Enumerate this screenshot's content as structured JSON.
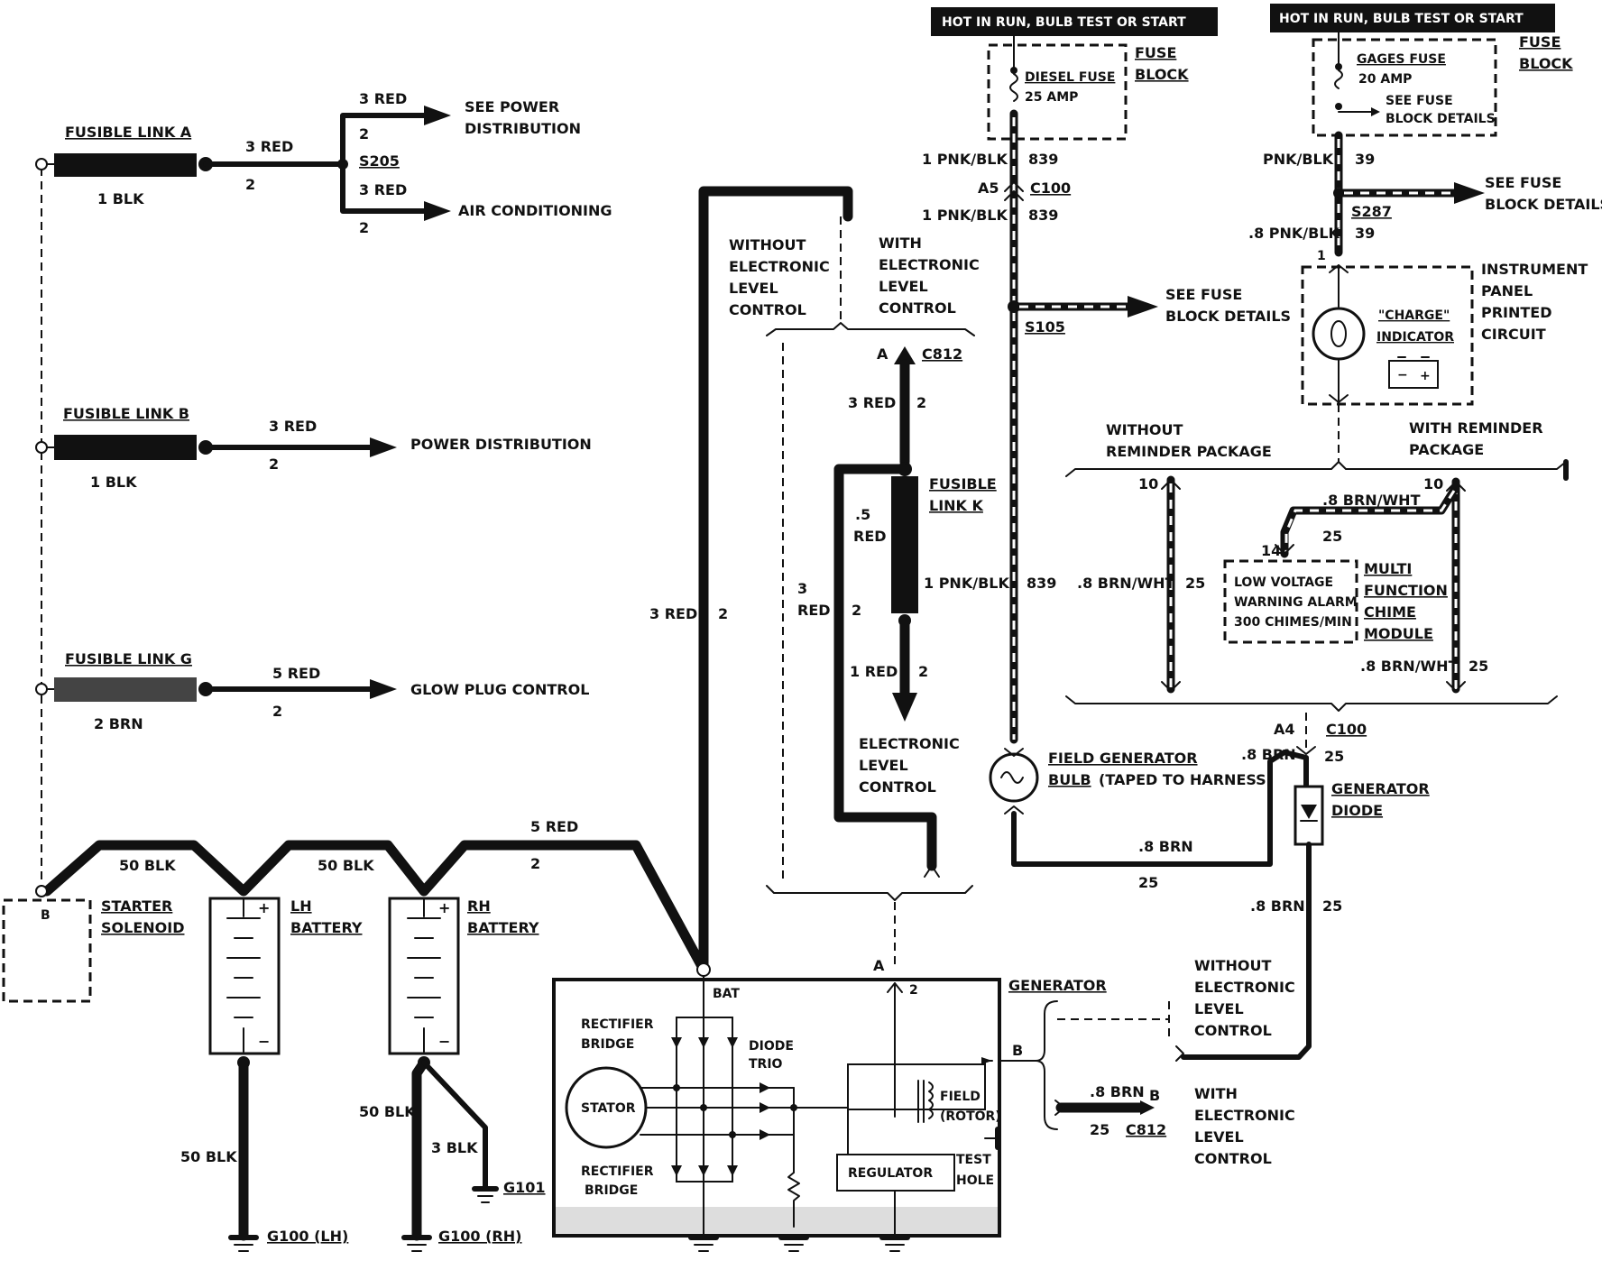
{
  "hot_left": "HOT IN RUN, BULB TEST OR START",
  "hot_right": "HOT IN RUN, BULB TEST OR START",
  "fusible_links": [
    {
      "name": "FUSIBLE LINK A",
      "wire": "1 BLK"
    },
    {
      "name": "FUSIBLE LINK B",
      "wire": "1 BLK"
    },
    {
      "name": "FUSIBLE LINK G",
      "wire": "2 BRN"
    }
  ],
  "link_a": {
    "wire": "3 RED",
    "circuit": "2",
    "splice": "S205",
    "branch1_wire": "3 RED",
    "branch1_circuit": "2",
    "branch1_dest_l1": "SEE POWER",
    "branch1_dest_l2": "DISTRIBUTION",
    "branch2_wire": "3 RED",
    "branch2_circuit": "2",
    "branch2_dest": "AIR CONDITIONING"
  },
  "link_b": {
    "wire": "3 RED",
    "circuit": "2",
    "dest": "POWER DISTRIBUTION"
  },
  "link_g": {
    "wire": "5 RED",
    "circuit": "2",
    "dest": "GLOW PLUG CONTROL"
  },
  "batt_cables": {
    "c1": "50 BLK",
    "c2": "50 BLK",
    "c3_wire": "5 RED",
    "c3_circuit": "2"
  },
  "starter": {
    "terminal": "B",
    "l1": "STARTER",
    "l2": "SOLENOID"
  },
  "lh_battery": {
    "l1": "LH",
    "l2": "BATTERY",
    "ground_wire": "50 BLK",
    "ground": "G100 (LH)"
  },
  "rh_battery": {
    "l1": "RH",
    "l2": "BATTERY",
    "ground_wire1": "50 BLK",
    "ground_wire2": "3 BLK",
    "ground1": "G100 (RH)",
    "ground2": "G101"
  },
  "bat_feed": {
    "wire": "3 RED",
    "circuit": "2"
  },
  "elc": {
    "without_l1": "WITHOUT",
    "without_l2": "ELECTRONIC",
    "without_l3": "LEVEL",
    "without_l4": "CONTROL",
    "with_l1": "WITH",
    "with_l2": "ELECTRONIC",
    "with_l3": "LEVEL",
    "with_l4": "CONTROL",
    "conn_pin": "A",
    "conn": "C812",
    "w1": "3 RED",
    "w1c": "2",
    "w2a": ".5",
    "w2b": "RED",
    "w3a": "3",
    "w3b": "RED",
    "w3c": "2",
    "link_l1": "FUSIBLE",
    "link_l2": "LINK K",
    "w4": "1 RED",
    "w4c": "2",
    "dest_l1": "ELECTRONIC",
    "dest_l2": "LEVEL",
    "dest_l3": "CONTROL"
  },
  "generator": {
    "label": "GENERATOR",
    "bat": "BAT",
    "pin_a": "A",
    "pin_2": "2",
    "pin_b": "B",
    "rect_top_l1": "RECTIFIER",
    "rect_top_l2": "BRIDGE",
    "diode_l1": "DIODE",
    "diode_l2": "TRIO",
    "stator": "STATOR",
    "rect_bot_l1": "RECTIFIER",
    "rect_bot_l2": "BRIDGE",
    "field_l1": "FIELD",
    "field_l2": "(ROTOR)",
    "regulator": "REGULATOR",
    "test_l1": "TEST",
    "test_l2": "HOLE"
  },
  "gen_b": {
    "without_l1": "WITHOUT",
    "without_l2": "ELECTRONIC",
    "without_l3": "LEVEL",
    "without_l4": "CONTROL",
    "with_l1": "WITH",
    "with_l2": "ELECTRONIC",
    "with_l3": "LEVEL",
    "with_l4": "CONTROL",
    "wire": ".8 BRN",
    "circuit": "25",
    "pin": "B",
    "conn": "C812"
  },
  "diesel": {
    "fuse": "DIESEL FUSE",
    "amp": "25 AMP",
    "block_l1": "FUSE",
    "block_l2": "BLOCK",
    "w1": "1 PNK/BLK",
    "w1c": "839",
    "pin": "A5",
    "conn": "C100",
    "w2": "1 PNK/BLK",
    "w2c": "839",
    "splice": "S105",
    "dest_l1": "SEE FUSE",
    "dest_l2": "BLOCK DETAILS",
    "w3": "1 PNK/BLK",
    "w3c": "839"
  },
  "field_bulb": {
    "l1": "FIELD GENERATOR",
    "l2": "BULB",
    "l3": "(TAPED TO HARNESS)",
    "wire": ".8 BRN",
    "circuit": "25"
  },
  "gages": {
    "fuse": "GAGES FUSE",
    "amp": "20 AMP",
    "see_l1": "SEE FUSE",
    "see_l2": "BLOCK DETAILS",
    "block_l1": "FUSE",
    "block_l2": "BLOCK",
    "w1": "PNK/BLK",
    "w1c": "39",
    "splice": "S287",
    "dest_l1": "SEE FUSE",
    "dest_l2": "BLOCK DETAILS",
    "w2": ".8 PNK/BLK",
    "w2c": "39",
    "pin1": "1"
  },
  "ipc": {
    "l1": "INSTRUMENT",
    "l2": "PANEL",
    "l3": "PRINTED",
    "l4": "CIRCUIT",
    "charge_l1": "\"CHARGE\"",
    "charge_l2": "INDICATOR"
  },
  "reminder": {
    "without_l1": "WITHOUT",
    "without_l2": "REMINDER PACKAGE",
    "with_l1": "WITH REMINDER",
    "with_l2": "PACKAGE",
    "p10a": "10",
    "p10b": "10",
    "w_left": ".8 BRN/WHT",
    "c_left": "25",
    "w_top": ".8 BRN/WHT",
    "c_top": "25",
    "p14": "14",
    "alarm_l1": "LOW VOLTAGE",
    "alarm_l2": "WARNING ALARM",
    "alarm_l3": "300 CHIMES/MIN",
    "mod_l1": "MULTI",
    "mod_l2": "FUNCTION",
    "mod_l3": "CHIME",
    "mod_l4": "MODULE",
    "w_right": ".8 BRN/WHT",
    "c_right": "25"
  },
  "c100_a4": {
    "pin": "A4",
    "conn": "C100",
    "wire": ".8 BRN",
    "circuit": "25"
  },
  "gen_diode": {
    "l1": "GENERATOR",
    "l2": "DIODE",
    "wire": ".8 BRN",
    "circuit": "25"
  }
}
